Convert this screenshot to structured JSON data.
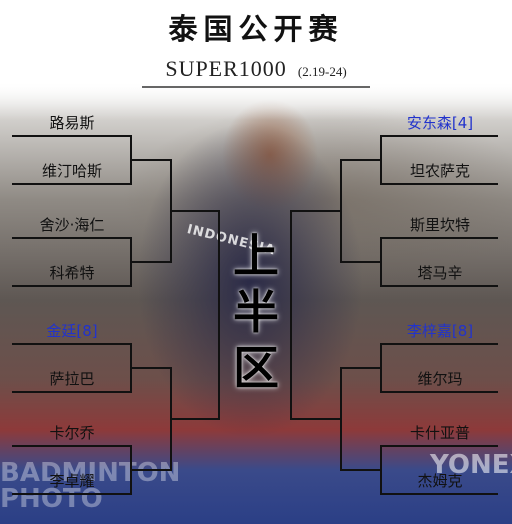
{
  "header": {
    "title": "泰国公开赛",
    "subtitle": "SUPER1000",
    "dates": "(2.19-24)"
  },
  "center_label": [
    "上",
    "半",
    "区"
  ],
  "photo": {
    "jersey_text": "INDONESIA",
    "watermark_lines": [
      "BADMINTON",
      "PHOTO"
    ],
    "sponsor_text": "YONEX"
  },
  "bracket": {
    "left": [
      {
        "name": "路易斯",
        "seed": false
      },
      {
        "name": "维汀哈斯",
        "seed": false
      },
      {
        "name": "舍沙·海仁",
        "seed": false
      },
      {
        "name": "科希特",
        "seed": false
      },
      {
        "name": "金廷[8]",
        "seed": true
      },
      {
        "name": "萨拉巴",
        "seed": false
      },
      {
        "name": "卡尔乔",
        "seed": false
      },
      {
        "name": "李卓耀",
        "seed": false
      }
    ],
    "right": [
      {
        "name": "安东森[4]",
        "seed": true
      },
      {
        "name": "坦农萨克",
        "seed": false
      },
      {
        "name": "斯里坎特",
        "seed": false
      },
      {
        "name": "塔马辛",
        "seed": false
      },
      {
        "name": "李梓嘉[8]",
        "seed": true
      },
      {
        "name": "维尔玛",
        "seed": false
      },
      {
        "name": "卡什亚普",
        "seed": false
      },
      {
        "name": "杰姆克",
        "seed": false
      }
    ]
  },
  "colors": {
    "seed": "#2233cc",
    "text": "#111111",
    "lines": "#111111"
  }
}
